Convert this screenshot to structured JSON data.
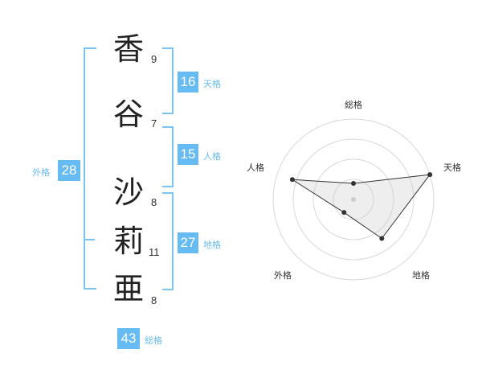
{
  "name_chars": [
    {
      "char": "香",
      "strokes": "9"
    },
    {
      "char": "谷",
      "strokes": "7"
    },
    {
      "char": "沙",
      "strokes": "8"
    },
    {
      "char": "莉",
      "strokes": "11"
    },
    {
      "char": "亜",
      "strokes": "8"
    }
  ],
  "scores": {
    "tenkaku": {
      "value": "16",
      "label": "天格"
    },
    "jinkaku": {
      "value": "15",
      "label": "人格"
    },
    "chikaku": {
      "value": "27",
      "label": "地格"
    },
    "gaikaku": {
      "value": "28",
      "label": "外格"
    },
    "soukaku": {
      "value": "43",
      "label": "総格"
    }
  },
  "colors": {
    "accent": "#66bbf2",
    "bracket": "#7cc4f0"
  },
  "chart_data": {
    "type": "radar",
    "axes": [
      "総格",
      "天格",
      "地格",
      "外格",
      "人格"
    ],
    "values": [
      0.2,
      1.0,
      0.6,
      0.2,
      0.8
    ],
    "rings": 4
  }
}
